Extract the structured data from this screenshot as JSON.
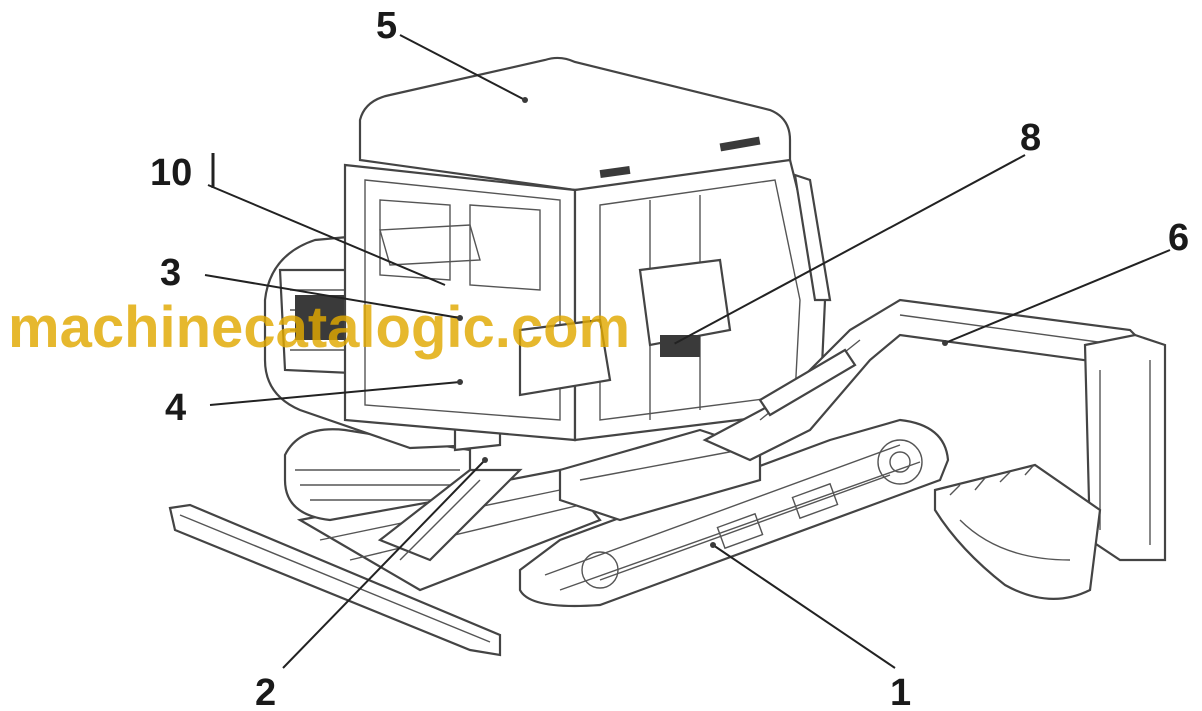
{
  "diagram": {
    "watermark": "machinecatalogic.com",
    "callouts": [
      {
        "id": "1",
        "label": "1"
      },
      {
        "id": "2",
        "label": "2"
      },
      {
        "id": "3",
        "label": "3"
      },
      {
        "id": "4",
        "label": "4"
      },
      {
        "id": "5",
        "label": "5"
      },
      {
        "id": "6",
        "label": "6"
      },
      {
        "id": "8",
        "label": "8"
      },
      {
        "id": "10",
        "label": "10"
      }
    ]
  }
}
